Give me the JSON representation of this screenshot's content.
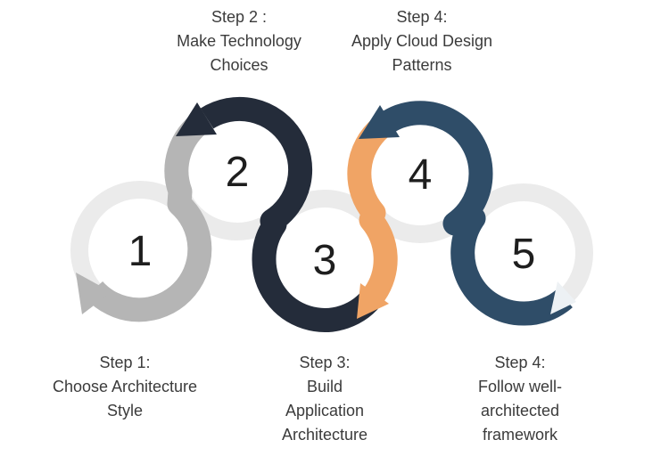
{
  "diagram": {
    "type": "process-cycle-5-steps",
    "steps": [
      {
        "number": "1",
        "arrow_color": "#b5b5b5",
        "label_lines": [
          "Step 1:",
          "Choose Architecture",
          "Style"
        ]
      },
      {
        "number": "2",
        "arrow_color": "#242c3a",
        "label_lines": [
          "Step 2 :",
          "Make Technology",
          "Choices"
        ]
      },
      {
        "number": "3",
        "arrow_color": "#242c3a",
        "label_lines": [
          "Step 3:",
          "Build",
          "Application",
          "Architecture"
        ]
      },
      {
        "number": "4",
        "arrow_color": "#f0a465",
        "label_lines": [
          "Step 4:",
          "Apply Cloud Design",
          "Patterns"
        ]
      },
      {
        "number": "5",
        "arrow_color": "#2f4d68",
        "label_lines": [
          "Step 4:",
          "Follow well-",
          "architected",
          "framework"
        ]
      }
    ],
    "colors": {
      "base_ring": "#ebebeb",
      "gray_arrow": "#b5b5b5",
      "dark_navy_arrow": "#242c3a",
      "orange_arrow": "#f0a465",
      "steel_blue_arrow": "#2f4d68",
      "light_arrow_tip": "#edf1f4",
      "number_text": "#1e1e1e",
      "label_text": "#3b3b3b"
    }
  }
}
